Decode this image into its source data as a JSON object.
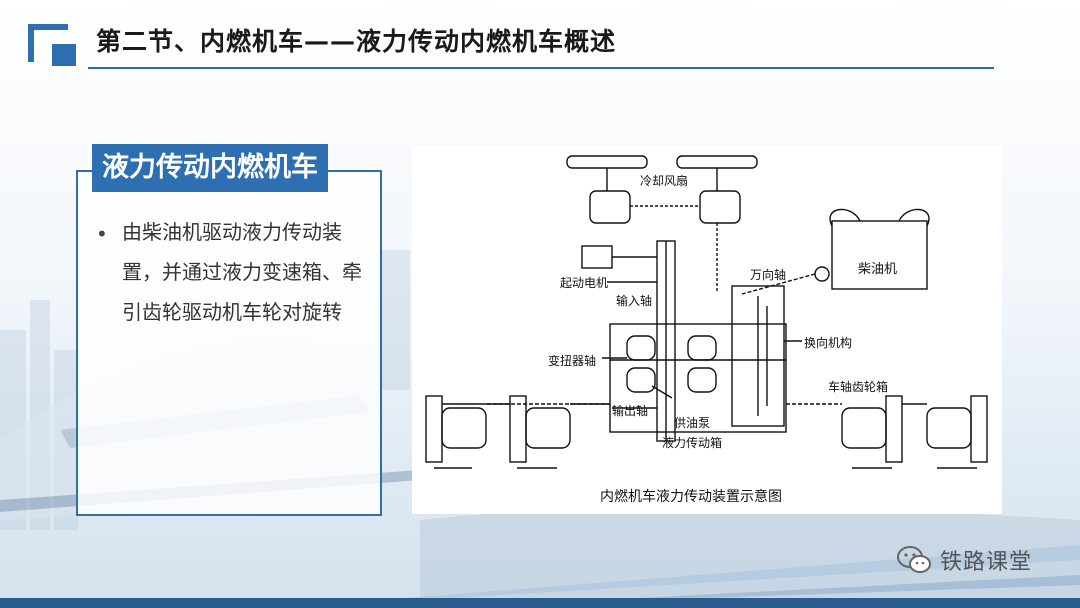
{
  "header": {
    "title": "第二节、内燃机车——液力传动内燃机车概述"
  },
  "panel": {
    "tab_title": "液力传动内燃机车",
    "bullet_symbol": "•",
    "bullet_text": "由柴油机驱动液力传动装置，并通过液力变速箱、牵引齿轮驱动机车轮对旋转"
  },
  "diagram": {
    "caption": "内燃机车液力传动装置示意图",
    "labels": {
      "cooling_fan": "冷却风扇",
      "starter_motor": "起动电机",
      "cardan_shaft": "万向轴",
      "diesel_engine": "柴油机",
      "input_shaft": "输入轴",
      "reversing_mechanism": "换向机构",
      "torque_converter_shaft": "变扭器轴",
      "axle_gearbox": "车轴齿轮箱",
      "output_shaft": "输出轴",
      "oil_pump": "供油泵",
      "hydraulic_transmission_box": "液力传动箱"
    }
  },
  "watermark": {
    "icon": "wechat-icon",
    "text": "铁路课堂"
  },
  "colors": {
    "accent": "#2d6fb0",
    "footer": "#2a5d8f"
  }
}
